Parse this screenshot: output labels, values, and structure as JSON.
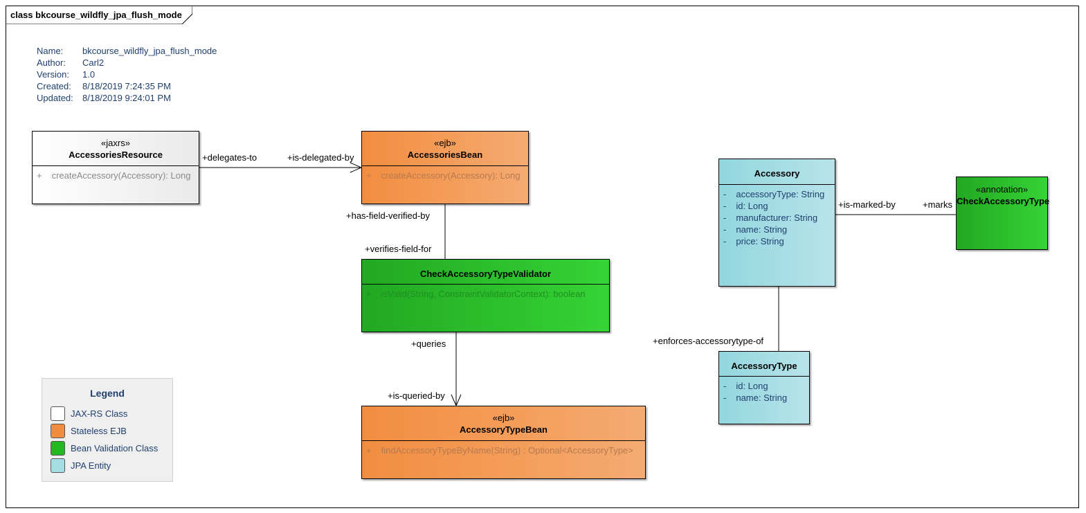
{
  "frame_title": "class bkcourse_wildfly_jpa_flush_mode",
  "meta": [
    {
      "key": "Name:",
      "value": "bkcourse_wildfly_jpa_flush_mode"
    },
    {
      "key": "Author:",
      "value": "Carl2"
    },
    {
      "key": "Version:",
      "value": "1.0"
    },
    {
      "key": "Created:",
      "value": "8/18/2019 7:24:35 PM"
    },
    {
      "key": "Updated:",
      "value": "8/18/2019 9:24:01 PM"
    }
  ],
  "classes": {
    "accessories_resource": {
      "stereotype": "«jaxrs»",
      "name": "AccessoriesResource",
      "vis": "+",
      "op": "createAccessory(Accessory): Long"
    },
    "accessories_bean": {
      "stereotype": "«ejb»",
      "name": "AccessoriesBean",
      "vis": "+",
      "op": "createAccessory(Accessory): Long"
    },
    "validator": {
      "name": "CheckAccessoryTypeValidator",
      "vis": "+",
      "op": "isValid(String, ConstraintValidatorContext): boolean"
    },
    "accessory_type_bean": {
      "stereotype": "«ejb»",
      "name": "AccessoryTypeBean",
      "vis": "+",
      "op": "findAccessoryTypeByName(String) : Optional<AccessoryType>"
    },
    "accessory": {
      "name": "Accessory",
      "attrs": [
        {
          "vis": "-",
          "text": "accessoryType: String"
        },
        {
          "vis": "-",
          "text": "id: Long"
        },
        {
          "vis": "-",
          "text": "manufacturer: String"
        },
        {
          "vis": "-",
          "text": "name: String"
        },
        {
          "vis": "-",
          "text": "price: String"
        }
      ]
    },
    "check_accessory_type": {
      "stereotype": "«annotation»",
      "name": "CheckAccessoryType"
    },
    "accessory_type": {
      "name": "AccessoryType",
      "attrs": [
        {
          "vis": "-",
          "text": "id: Long"
        },
        {
          "vis": "-",
          "text": "name: String"
        }
      ]
    }
  },
  "roles": {
    "delegates_to": "+delegates-to",
    "is_delegated_by": "+is-delegated-by",
    "has_field_verified_by": "+has-field-verified-by",
    "verifies_field_for": "+verifies-field-for",
    "queries": "+queries",
    "is_queried_by": "+is-queried-by",
    "is_marked_by": "+is-marked-by",
    "marks": "+marks",
    "enforces_accessorytype_of": "+enforces-accessorytype-of"
  },
  "legend": {
    "title": "Legend",
    "items": [
      {
        "label": "JAX-RS Class",
        "color": "#ffffff"
      },
      {
        "label": "Stateless EJB",
        "color": "#f28d3f"
      },
      {
        "label": "Bean Validation Class",
        "color": "#22b822"
      },
      {
        "label": "JPA Entity",
        "color": "#a5dde4"
      }
    ]
  },
  "colors": {
    "meta_text": "#1f3f6e",
    "ejb": "#f28d3f",
    "validation": "#22b822",
    "entity": "#a5dde4"
  }
}
